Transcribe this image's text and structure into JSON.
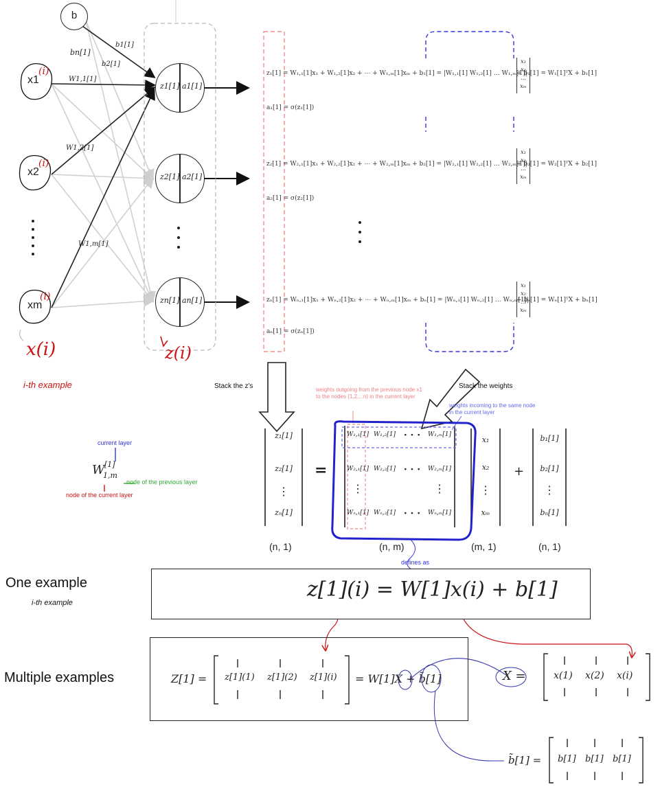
{
  "network": {
    "bias_node": "b",
    "inputs": [
      "x1",
      "x2",
      "xm"
    ],
    "input_handwritten": "(i)",
    "neurons": [
      {
        "z": "z1[1]",
        "a": "a1[1]"
      },
      {
        "z": "z2[1]",
        "a": "a2[1]"
      },
      {
        "z": "zn[1]",
        "a": "an[1]"
      }
    ],
    "edge_labels": {
      "bn": "bn[1]",
      "b1": "b1[1]",
      "b2": "b2[1]",
      "w11": "W1,1[1]",
      "w12": "W1,2[1]",
      "w1m": "W1,m[1]"
    },
    "ellipsis": "⋮",
    "handwritten_x": "x(i)",
    "handwritten_z": "z(i)",
    "ith_example": "i-th example"
  },
  "equations": {
    "eq1_z": "z₁[1] = W₁,₁[1]x₁ + W₁,₂[1]x₂ + ⋯ + W₁,ₘ[1]xₘ + b₁[1] = |W₁,₁[1]   W₁,₂[1]   …   W₁,ₘ[1]|",
    "eq1_tail": "+ b₁[1] = W₁[1]ᵀX + b₁[1]",
    "eq1_a": "a₁[1] = σ(z₁[1])",
    "eq2_z": "z₂[1] = W₂,₁[1]x₁ + W₂,₂[1]x₂ + ⋯ + W₂,ₘ[1]xₘ + b₂[1] = |W₂,₁[1]   W₂,₂[1]   …   W₂,ₘ[1]|",
    "eq2_tail": "+ b₂[1] = W₂[1]ᵀX + b₂[1]",
    "eq2_a": "a₂[1] = σ(z₂[1])",
    "eqn_z": "zₙ[1] = Wₙ,₁[1]x₁ + Wₙ,₂[1]x₂ + ⋯ + Wₙ,ₘ[1]xₘ + bₙ[1] = |Wₙ,₁[1]   Wₙ,₂[1]   …   Wₙ,ₘ[1]|",
    "eqn_tail": "+ bₙ[1] = Wₙ[1]ᵀX + bₙ[1]",
    "eqn_a": "aₙ[1] = σ(zₙ[1])",
    "xvec": [
      "x₁",
      "x₂",
      "…",
      "xₘ"
    ],
    "vdots": "⋮"
  },
  "annotations": {
    "stack_z": "Stack the z's",
    "stack_w": "Stack the weights",
    "weights_outgoing": "weights outgoing from the previous node x1\nto the nodes (1,2,...n) in the current layer",
    "weights_incoming": "weights incoming to the same node\nin the current layer",
    "current_layer": "current layer",
    "node_prev": "node of the previous layer",
    "node_current": "node of the current layer",
    "w_label": "W",
    "w_sup": "[1]",
    "w_sub": "1,m",
    "defines_as": "defines as"
  },
  "matrix": {
    "z_col": [
      "z₁[1]",
      "z₂[1]",
      "⋮",
      "zₙ[1]"
    ],
    "w_rows": [
      [
        "W₁,₁[1]",
        "W₁,₂[1]",
        "· · ·",
        "W₁,ₘ[1]"
      ],
      [
        "W₂,₁[1]",
        "W₂,₂[1]",
        "· · ·",
        "W₂,ₘ[1]"
      ],
      [
        "⋮",
        "",
        "",
        "⋮"
      ],
      [
        "Wₙ,₁[1]",
        "Wₙ,₂[1]",
        "· · ·",
        "Wₙ,ₘ[1]"
      ]
    ],
    "x_col": [
      "x₁",
      "x₂",
      "⋮",
      "xₘ"
    ],
    "b_col": [
      "b₁[1]",
      "b₂[1]",
      "⋮",
      "bₙ[1]"
    ],
    "eq": "=",
    "plus": "+",
    "dims": [
      "(n, 1)",
      "(n, m)",
      "(m, 1)",
      "(n, 1)"
    ]
  },
  "one_example": {
    "label": "One example",
    "sub": "i-th example",
    "formula": "z[1](i) = W[1]x(i) + b[1]"
  },
  "multiple_examples": {
    "label": "Multiple examples",
    "lhs": "Z[1] =",
    "cols": [
      "z[1](1)",
      "z[1](2)",
      "z[1](i)"
    ],
    "rhs": "= W[1]X + b̃[1]",
    "X_lhs": "X =",
    "X_cols": [
      "x(1)",
      "x(2)",
      "x(i)"
    ],
    "b_lhs": "b̃[1] =",
    "b_cols": [
      "b[1]",
      "b[1]",
      "b[1]"
    ]
  },
  "colors": {
    "pink": "#f28b8b",
    "blue": "#3333dd",
    "red": "#cc1111",
    "green": "#33aa33",
    "gray": "#cccccc"
  }
}
